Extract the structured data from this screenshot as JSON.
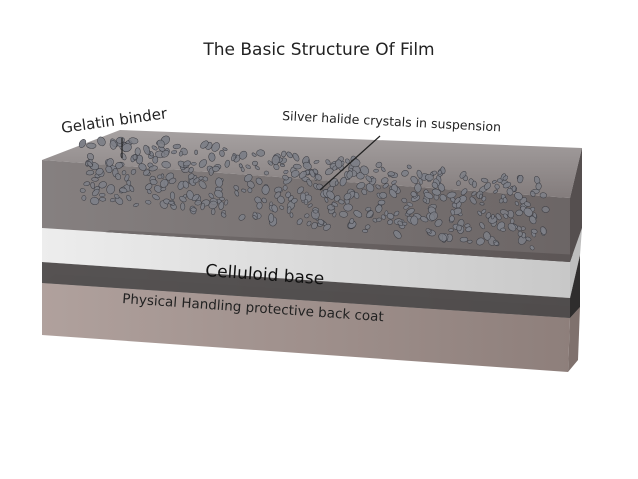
{
  "diagram": {
    "title": "The Basic Structure Of Film",
    "labels": {
      "gelatin": "Gelatin binder",
      "crystals": "Silver halide crystals in suspension",
      "celluloid": "Celluloid base",
      "backcoat": "Physical Handling protective back coat"
    },
    "colors": {
      "emulsion_top": "#9a9494",
      "emulsion_front": "#6f6868",
      "emulsion_side": "#5b5555",
      "gap_layer": "#d9d9d9",
      "celluloid_top": "#3c3a3a",
      "celluloid_front": "#4a4747",
      "backcoat_front": "#9e8e8a",
      "backcoat_side": "#8a7b77",
      "crystal": "#7d7f87"
    }
  }
}
